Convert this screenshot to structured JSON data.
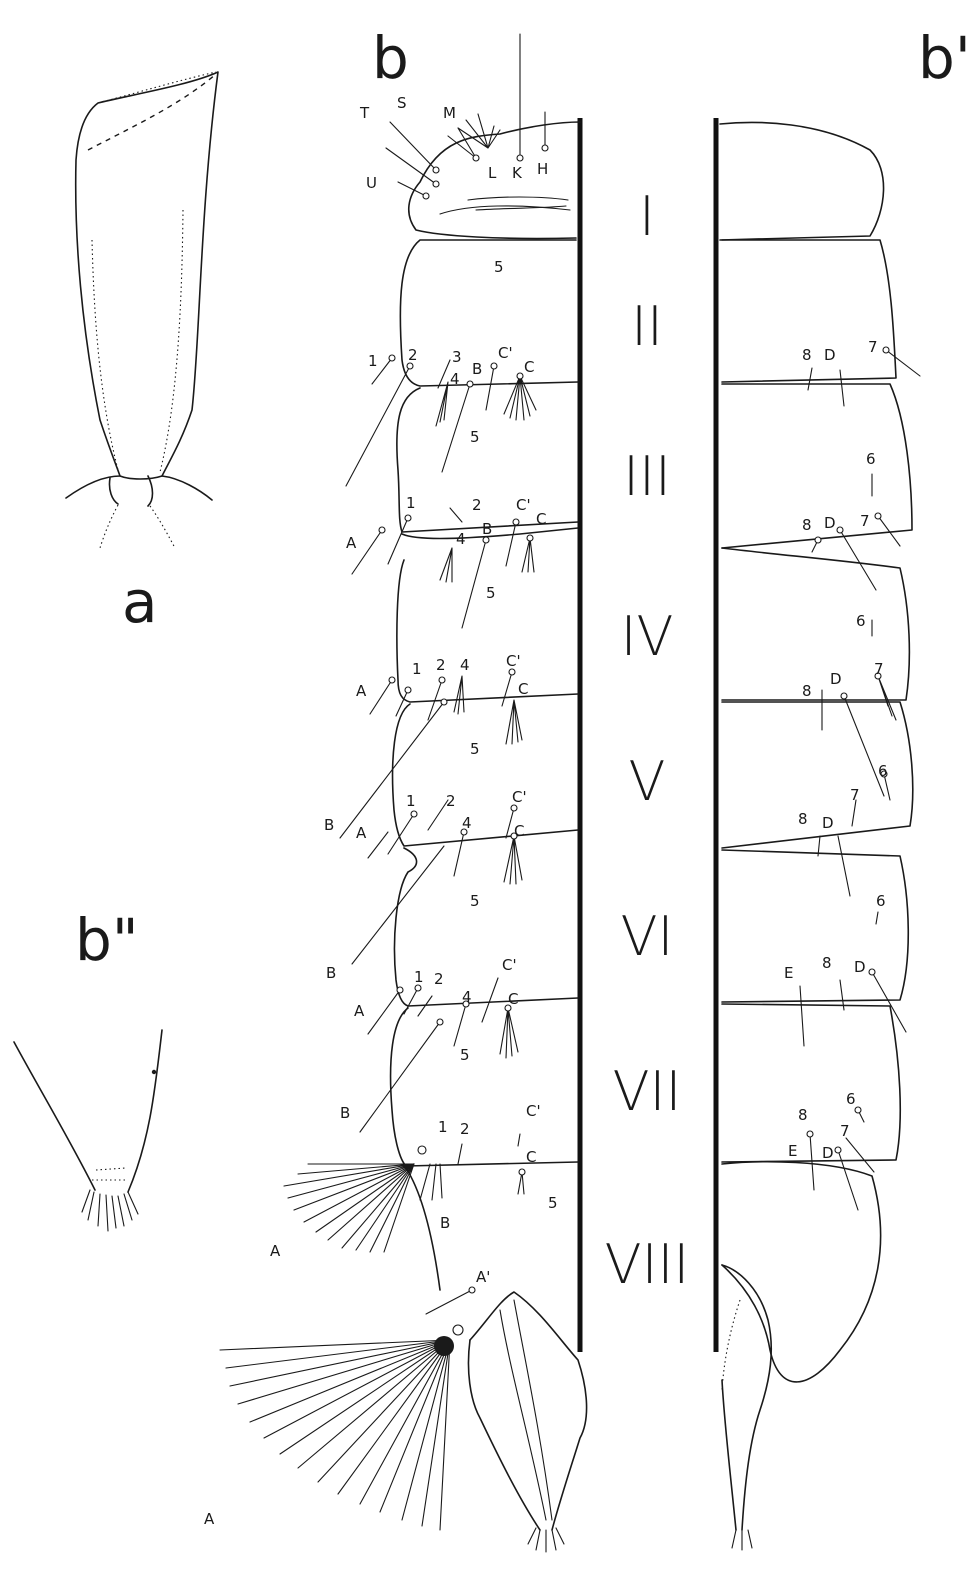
{
  "panels": {
    "a": "a",
    "b": "b",
    "b_prime": "b'",
    "b_double_prime": "b\""
  },
  "segments": [
    "I",
    "II",
    "III",
    "IV",
    "V",
    "VI",
    "VII",
    "VIII"
  ],
  "seta_labels": {
    "seg1": {
      "T": "T",
      "S": "S",
      "M": "M",
      "U": "U",
      "L": "L",
      "K": "K",
      "H": "H"
    },
    "seg1_lower": "5",
    "seg2": [
      "1",
      "2",
      "3",
      "4",
      "B",
      "C'",
      "C"
    ],
    "seg3_mid": "5",
    "seg3": [
      "A",
      "1",
      "2",
      "4",
      "B",
      "C'",
      "C"
    ],
    "seg4_mid": "5",
    "seg4": [
      "A",
      "1",
      "2",
      "4",
      "C'",
      "C"
    ],
    "seg5_mid": "5",
    "seg5": [
      "B",
      "A",
      "1",
      "2",
      "4",
      "C'",
      "C"
    ],
    "seg6_mid": "5",
    "seg6": [
      "B",
      "A",
      "1",
      "2",
      "4",
      "C'",
      "C"
    ],
    "seg7_mid": "5",
    "seg7": [
      "B",
      "1",
      "2",
      "C'",
      "C",
      "5"
    ],
    "seg8": [
      "A",
      "B",
      "A'",
      "A"
    ],
    "right": {
      "r2": [
        "8",
        "D",
        "7"
      ],
      "r3": [
        "6",
        "8",
        "D",
        "7"
      ],
      "r4": [
        "6",
        "8",
        "D",
        "7"
      ],
      "r5": [
        "6",
        "7",
        "8",
        "D"
      ],
      "r6": [
        "6",
        "E",
        "8",
        "D"
      ],
      "r7": [
        "8",
        "6",
        "7",
        "E",
        "D"
      ]
    }
  }
}
